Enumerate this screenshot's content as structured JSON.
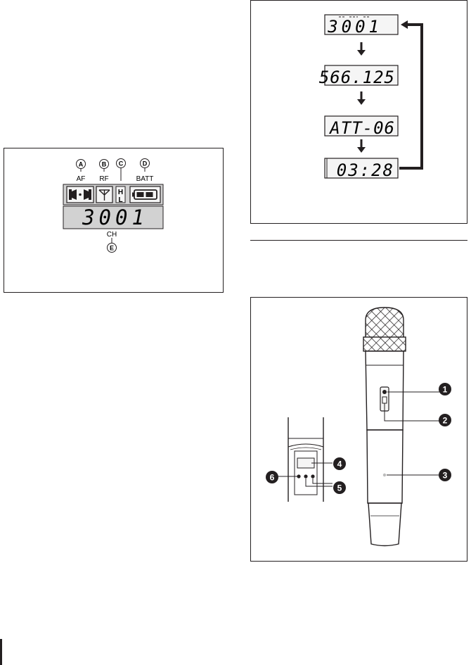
{
  "display_panel": {
    "callouts": [
      "A",
      "B",
      "C",
      "D",
      "E"
    ],
    "labels": {
      "af": "AF",
      "rf": "RF",
      "batt": "BATT",
      "ch": "CH"
    },
    "h_letter": "H",
    "l_letter": "L",
    "readout": "3001"
  },
  "sequence_panel": {
    "screens": [
      "3001",
      "566.125",
      "ATT-06",
      "03:28"
    ]
  },
  "mic_panel": {
    "callouts": [
      "1",
      "2",
      "3",
      "4",
      "5",
      "6"
    ]
  },
  "colors": {
    "ink": "#231f20",
    "lcd": "#d2d2d2",
    "screen": "#f5f5f5"
  },
  "icons": [
    "speaker-icon",
    "antenna-icon",
    "battery-icon",
    "down-arrow-icon",
    "return-arrow-icon"
  ]
}
